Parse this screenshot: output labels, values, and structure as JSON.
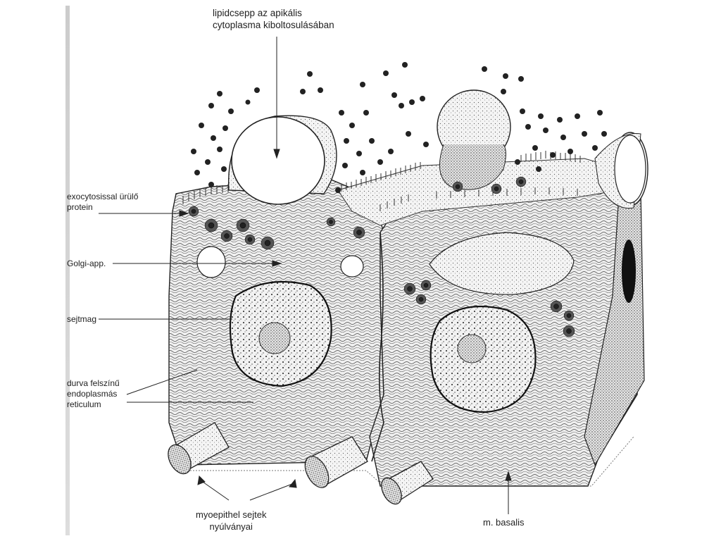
{
  "labels": {
    "top_line1": "lipidcsepp az apikális",
    "top_line2": "cytoplasma kiboltosulásában",
    "exo_line1": "exocytosissal ürülő",
    "exo_line2": "protein",
    "golgi": "Golgi-app.",
    "nucleus": "sejtmag",
    "rer_line1": "durva felszínű",
    "rer_line2": "endoplasmás",
    "rer_line3": "reticulum",
    "myo_line1": "myoepithel sejtek",
    "myo_line2": "nyúlványai",
    "basalis": "m. basalis"
  }
}
